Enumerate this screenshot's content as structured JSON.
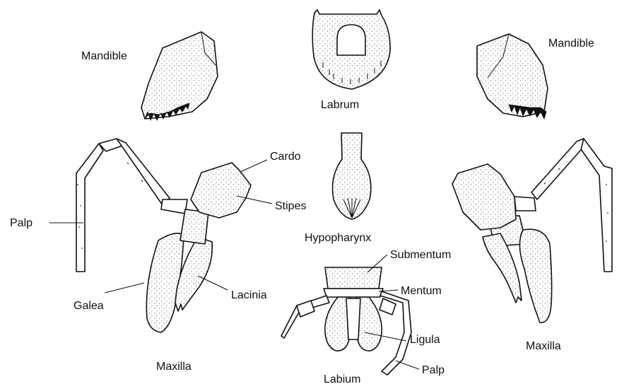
{
  "labels": {
    "mandible_left": "Mandible",
    "mandible_right": "Mandible",
    "labrum": "Labrum",
    "cardo": "Cardo",
    "stipes": "Stipes",
    "palp_left": "Palp",
    "hypopharynx": "Hypopharynx",
    "submentum": "Submentum",
    "mentum": "Mentum",
    "galea": "Galea",
    "lacinia": "Lacinia",
    "ligula": "Ligula",
    "maxilla_left": "Maxilla",
    "maxilla_right": "Maxilla",
    "palp_bottom": "Palp",
    "labium": "Labium"
  },
  "colors": {
    "ink": "#111111",
    "background": "#ffffff"
  }
}
